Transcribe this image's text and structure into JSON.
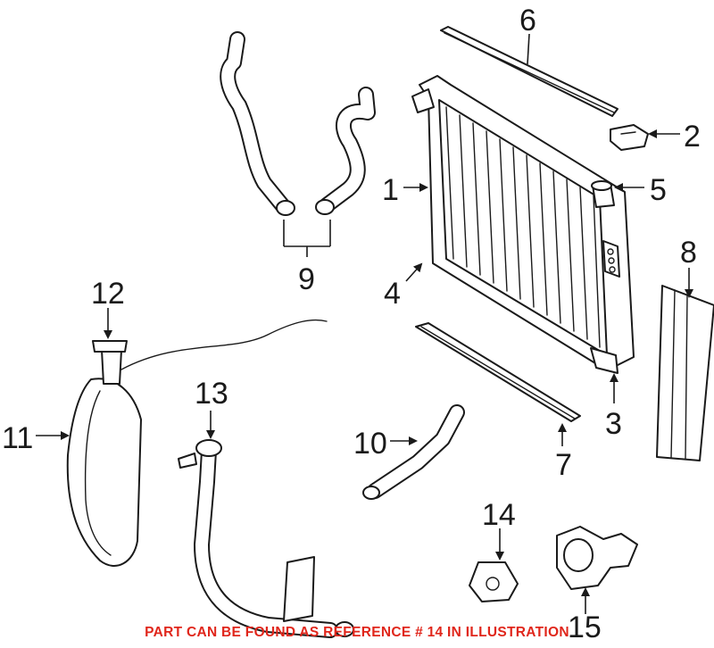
{
  "diagram": {
    "callouts": [
      "1",
      "2",
      "3",
      "4",
      "5",
      "6",
      "7",
      "8",
      "9",
      "10",
      "11",
      "12",
      "13",
      "14",
      "15"
    ],
    "footer_note": "PART CAN BE FOUND AS REFERENCE # 14 IN ILLUSTRATION",
    "colors": {
      "line": "#1a1a1a",
      "note": "#e0261b",
      "background": "#ffffff"
    }
  }
}
